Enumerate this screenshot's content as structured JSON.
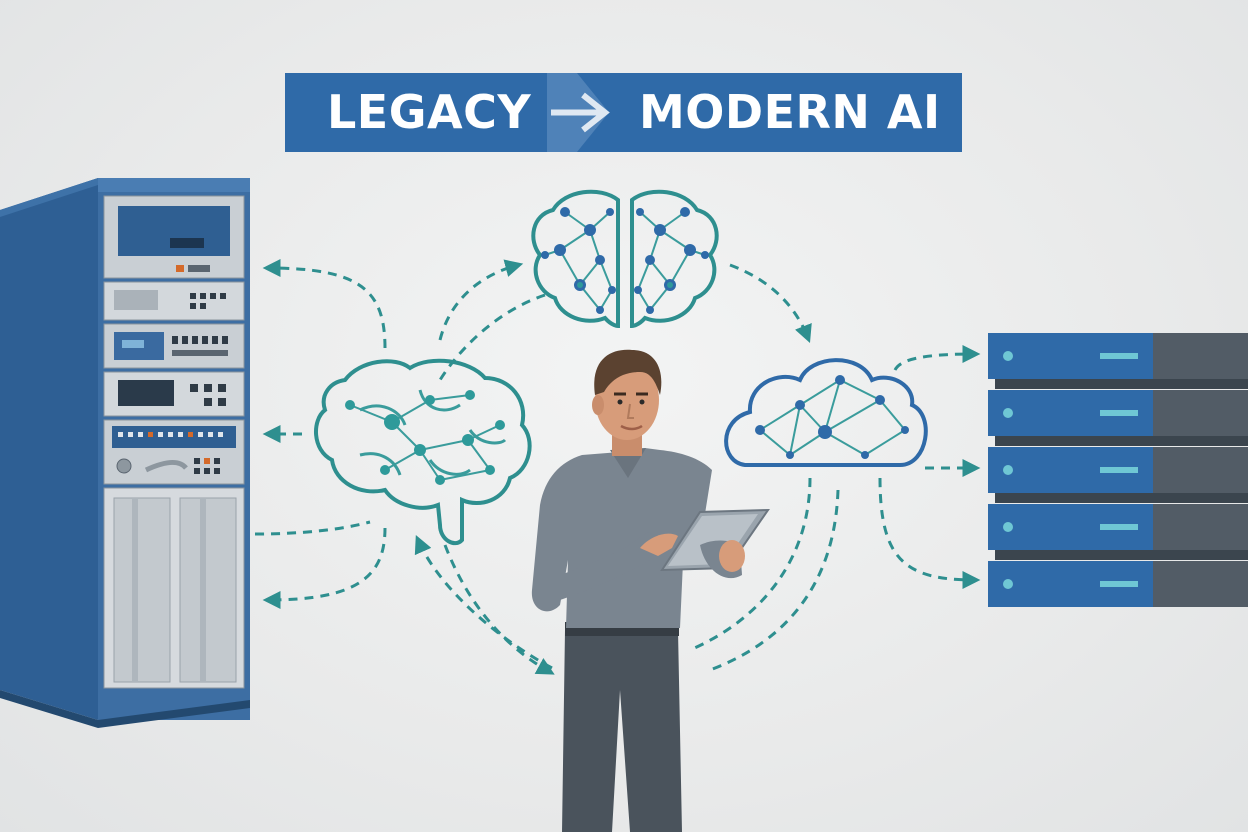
{
  "banner": {
    "left_label": "LEGACY",
    "right_label": "MODERN AI"
  },
  "palette": {
    "banner_blue": "#2f6aa8",
    "teal": "#2e8f8f",
    "network_blue": "#2f6aa8",
    "server_blue": "#2e5f94",
    "slate": "#4a535c",
    "background": "#ececec"
  },
  "icons": {
    "legacy_server": "server-rack-icon",
    "ai_brain_top": "neural-brain-icon",
    "ai_brain_left": "neural-brain-icon",
    "ai_cloud": "neural-cloud-icon",
    "modern_storage": "storage-stack-icon",
    "person": "person-with-tablet",
    "flow": "dashed-arrow-icon"
  }
}
